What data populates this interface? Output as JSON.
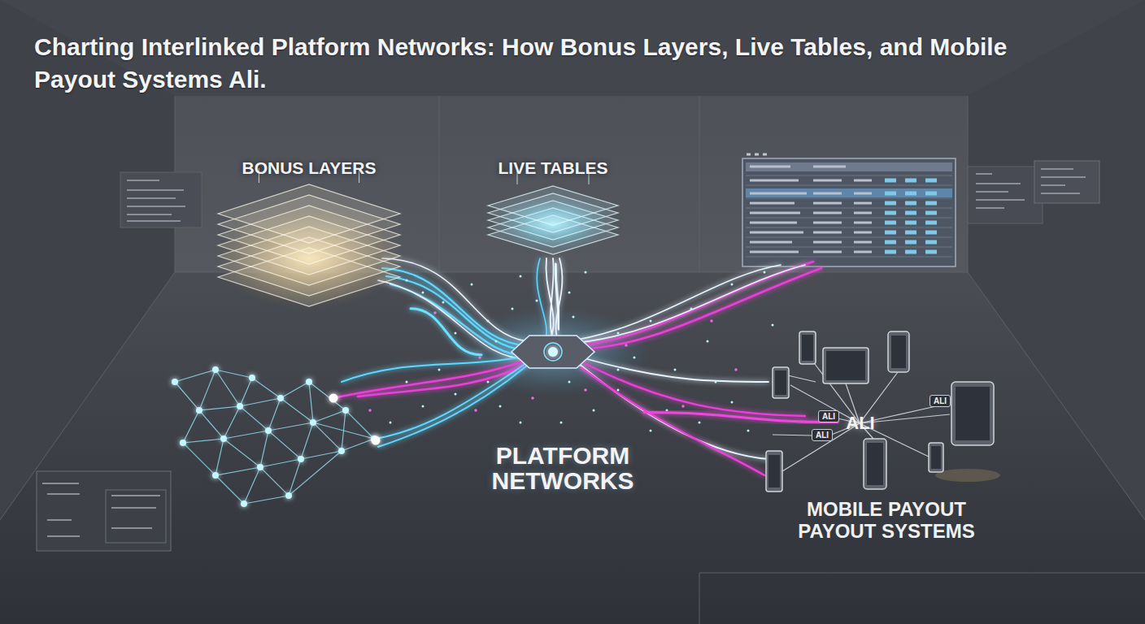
{
  "diagram": {
    "title": "Charting Interlinked Platform Networks: How Bonus Layers, Live Tables, and Mobile Payout Systems Ali.",
    "nodes": [
      {
        "text": [
          "BONUS LAYERS"
        ]
      },
      {
        "text": [
          "LIVE TABLES"
        ]
      },
      {
        "text": [
          "PLATFORM NETWORKS"
        ]
      },
      {
        "text": [
          "ALI"
        ]
      }
    ],
    "edges": [
      {
        "from": 0,
        "to": 2,
        "arrow": "none"
      },
      {
        "from": 1,
        "to": 2,
        "arrow": "none"
      },
      {
        "from": 2,
        "to": 3,
        "arrow": "none"
      }
    ],
    "labels": [
      "ALI",
      "ALI",
      "ALI",
      "MOBILE PAYOUT PAYOUT SYSTEMS"
    ]
  }
}
